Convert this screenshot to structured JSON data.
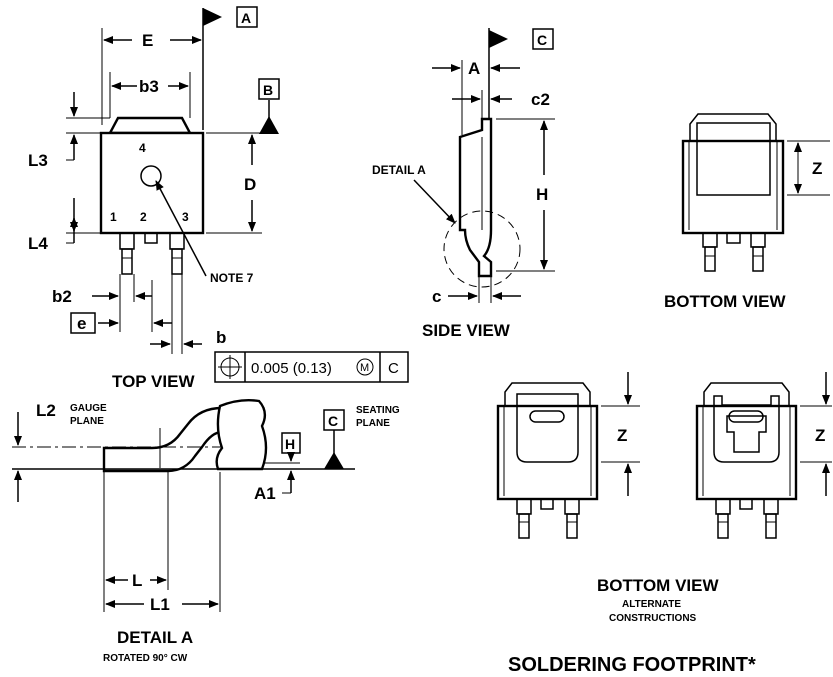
{
  "top_view": {
    "title": "TOP VIEW",
    "labels": {
      "E": "E",
      "b3": "b3",
      "L3": "L3",
      "D": "D",
      "L4": "L4",
      "b2": "b2",
      "e": "e",
      "b": "b",
      "note": "NOTE 7",
      "pin1": "1",
      "pin2": "2",
      "pin3": "3",
      "pin4": "4"
    },
    "datum_A": "A",
    "datum_B": "B",
    "tolerance": {
      "value": "0.005 (0.13)",
      "modifier": "M",
      "datum": "C"
    }
  },
  "side_view": {
    "title": "SIDE VIEW",
    "datum_C": "C",
    "labels": {
      "A": "A",
      "c2": "c2",
      "H": "H",
      "c": "c",
      "detail": "DETAIL A"
    }
  },
  "bottom_view": {
    "title": "BOTTOM VIEW",
    "Z": "Z"
  },
  "alternate": {
    "title": "BOTTOM VIEW",
    "subtitle_1": "ALTERNATE",
    "subtitle_2": "CONSTRUCTIONS",
    "Z_left": "Z",
    "Z_right": "Z"
  },
  "detail_a": {
    "title": "DETAIL A",
    "subtitle": "ROTATED 90° CW",
    "labels": {
      "L2": "L2",
      "gauge_1": "GAUGE",
      "gauge_2": "PLANE",
      "H": "H",
      "C": "C",
      "seating_1": "SEATING",
      "seating_2": "PLANE",
      "L": "L",
      "L1": "L1",
      "A1": "A1"
    }
  },
  "footer": {
    "soldering": "SOLDERING FOOTPRINT*"
  }
}
